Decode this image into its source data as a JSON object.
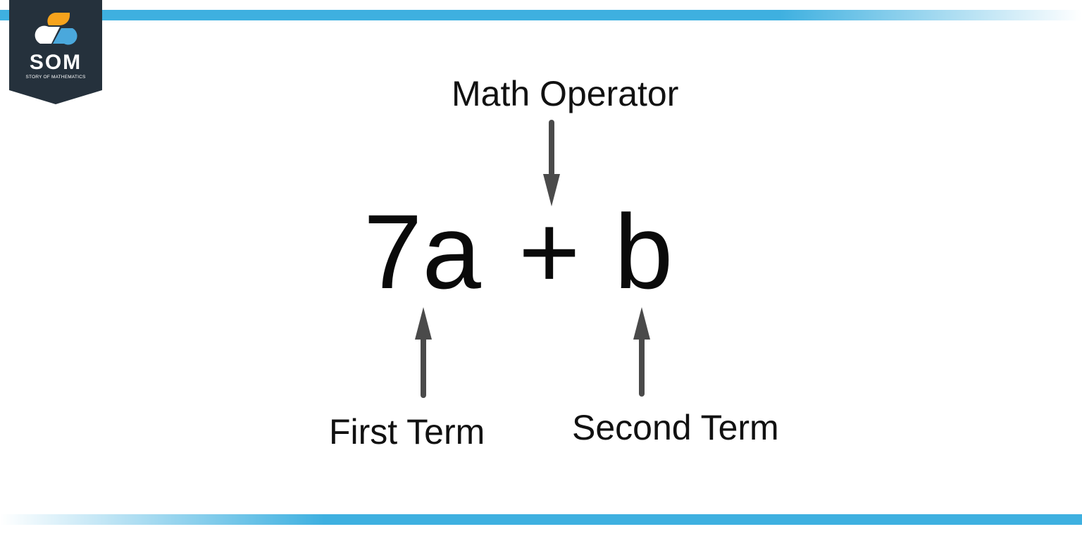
{
  "logo": {
    "name": "SOM",
    "tagline": "STORY OF MATHEMATICS"
  },
  "diagram": {
    "expression": {
      "first_term": "7a",
      "operator": "+",
      "second_term": "b"
    },
    "labels": {
      "operator": "Math Operator",
      "first_term": "First Term",
      "second_term": "Second Term"
    }
  },
  "colors": {
    "stripe_blue": "#3eb0e0",
    "logo_dark": "#25313c",
    "logo_orange": "#f7a31c",
    "logo_blue": "#4aa8dc",
    "arrow_gray": "#4a4a4a",
    "text": "#111111"
  }
}
